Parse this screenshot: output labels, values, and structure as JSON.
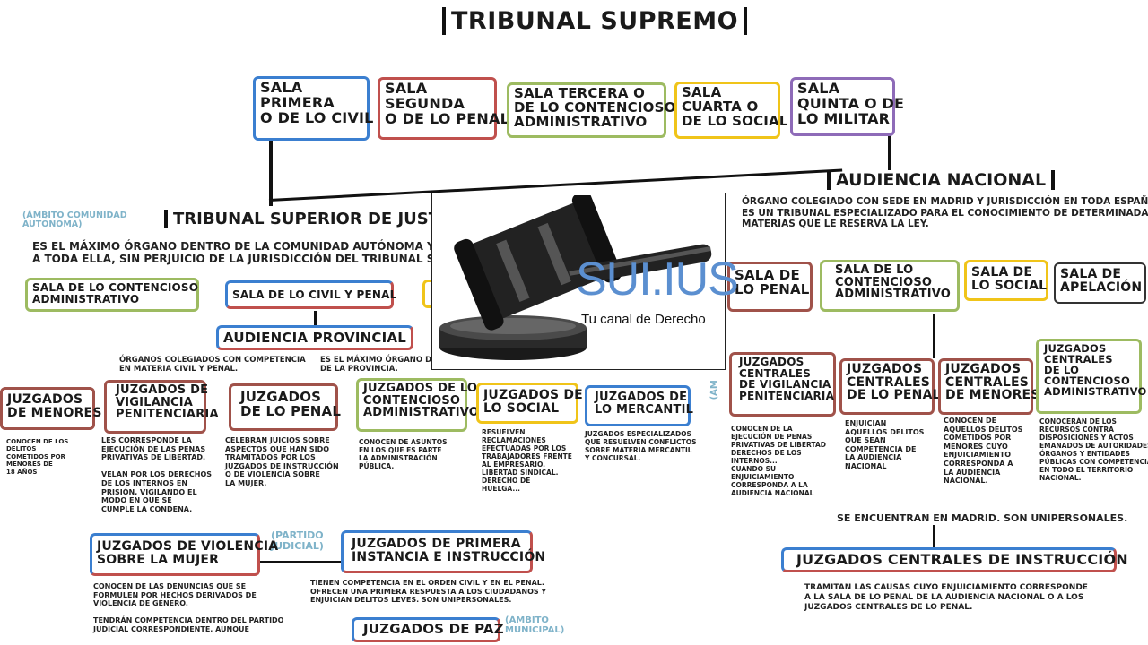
{
  "title": "TRIBUNAL SUPREMO",
  "salas_ts": [
    {
      "label": "SALA\nPRIMERA\nO DE LO CIVIL"
    },
    {
      "label": "SALA\nSEGUNDA\nO DE LO PENAL"
    },
    {
      "label": "SALA TERCERA O\nDE LO CONTENCIOSO\nADMINISTRATIVO"
    },
    {
      "label": "SALA\nCUARTA O\nDE LO SOCIAL"
    },
    {
      "label": "SALA\nQUINTA O DE\nLO MILITAR"
    }
  ],
  "tsj": {
    "note": "(ÁMBITO COMUNIDAD\nAUTÓNOMA)",
    "title": "TRIBUNAL SUPERIOR DE JUSTICIA",
    "desc": "ES EL MÁXIMO ÓRGANO DENTRO DE LA COMUNIDAD AUTÓNOMA Y EXTIENDE SU JURISDICCIÓN\nA TODA ELLA, SIN PERJUICIO DE LA JURISDICCIÓN DEL TRIBUNAL SUPREMO.",
    "sala_contencioso": "SALA DE LO CONTENCIOSO\nADMINISTRATIVO",
    "sala_civil_penal": "SALA DE LO CIVIL Y PENAL"
  },
  "audiencia_provincial": {
    "title": "AUDIENCIA PROVINCIAL",
    "desc_left": "ÓRGANOS COLEGIADOS CON COMPETENCIA\nEN MATERIA CIVIL Y PENAL.",
    "desc_right": "ES EL MÁXIMO ÓRGANO DE\nDE LA PROVINCIA."
  },
  "juzgados": [
    {
      "label": "JUZGADOS\nDE MENORES",
      "desc": "CONOCEN DE LOS\nDELITOS\nCOMETIDOS POR\nMENORES DE\n18 AÑOS"
    },
    {
      "label": "JUZGADOS DE\nVIGILANCIA\nPENITENCIARIA",
      "desc": "LES CORRESPONDE LA\nEJECUCIÓN DE LAS PENAS\nPRIVATIVAS DE LIBERTAD.\n\nVELAN POR LOS DERECHOS\nDE LOS INTERNOS EN\nPRISIÓN, VIGILANDO EL\nMODO EN QUE SE\nCUMPLE LA CONDENA."
    },
    {
      "label": "JUZGADOS\nDE LO PENAL",
      "desc": "CELEBRAN JUICIOS SOBRE\nASPECTOS QUE HAN SIDO\nTRAMITADOS POR LOS\nJUZGADOS DE INSTRUCCIÓN\nO DE VIOLENCIA SOBRE\nLA MUJER."
    },
    {
      "label": "JUZGADOS DE LO\nCONTENCIOSO\nADMINISTRATIVO",
      "desc": "CONOCEN DE ASUNTOS\nEN LOS QUE ES PARTE\nLA ADMINISTRACIÓN\nPÚBLICA."
    },
    {
      "label": "JUZGADOS DE\nLO SOCIAL",
      "desc": "RESUELVEN\nRECLAMACIONES\nEFECTUADAS POR LOS\nTRABAJADORES FRENTE\nAL EMPRESARIO.\nLIBERTAD SINDICAL.\nDERECHO DE\nHUELGA..."
    },
    {
      "label": "JUZGADOS DE\nLO MERCANTIL",
      "desc": "JUZGADOS ESPECIALIZADOS\nQUE RESUELVEN CONFLICTOS\nSOBRE MATERIA MERCANTIL\nY CONCURSAL."
    }
  ],
  "partido_judicial": {
    "note": "(PARTIDO\nJUDICIAL)",
    "violencia": "JUZGADOS DE VIOLENCIA\nSOBRE LA MUJER",
    "violencia_desc": "CONOCEN DE LAS DENUNCIAS QUE SE\nFORMULEN POR HECHOS DERIVADOS DE\nVIOLENCIA DE GÉNERO.\n\nTENDRÁN COMPETENCIA DENTRO DEL PARTIDO\nJUDICIAL CORRESPONDIENTE. AUNQUE",
    "primera_instancia": "JUZGADOS DE PRIMERA\nINSTANCIA E INSTRUCCIÓN",
    "primera_desc": "TIENEN COMPETENCIA EN EL ORDEN CIVIL Y EN EL PENAL.\nOFRECEN UNA PRIMERA RESPUESTA A LOS CIUDADANOS Y\nENJUICIAN DELITOS LEVES. SON UNIPERSONALES.",
    "paz": "JUZGADOS DE PAZ",
    "paz_note": "(ÁMBITO\nMUNICIPAL)"
  },
  "audiencia_nacional": {
    "title": "AUDIENCIA NACIONAL",
    "desc": "ÓRGANO COLEGIADO CON SEDE EN MADRID Y JURISDICCIÓN EN TODA ESPAÑA.\nES UN TRIBUNAL ESPECIALIZADO PARA EL CONOCIMIENTO DE DETERMINADAS\nMATERIAS QUE LE RESERVA LA LEY.",
    "salas": [
      {
        "label": "SALA DE\nLO PENAL"
      },
      {
        "label": "SALA DE LO\nCONTENCIOSO\nADMINISTRATIVO"
      },
      {
        "label": "SALA DE\nLO SOCIAL"
      },
      {
        "label": "SALA DE\nAPELACIÓN"
      }
    ],
    "note_side": "(ÁM",
    "juzgados_centrales": [
      {
        "label": "JUZGADOS\nCENTRALES\nDE VIGILANCIA\nPENITENCIARIA",
        "desc": "CONOCEN DE LA\nEJECUCIÓN DE PENAS\nPRIVATIVAS DE LIBERTAD\nDERECHOS DE LOS\nINTERNOS...\nCUANDO SU\nENJUICIAMIENTO\nCORRESPONDA A LA\nAUDIENCIA NACIONAL"
      },
      {
        "label": "JUZGADOS\nCENTRALES\nDE LO PENAL",
        "desc": "ENJUICIAN\nAQUELLOS DELITOS\nQUE SEAN\nCOMPETENCIA DE\nLA AUDIENCIA\nNACIONAL"
      },
      {
        "label": "JUZGADOS\nCENTRALES\nDE MENORES",
        "desc": "CONOCEN DE\nAQUELLOS DELITOS\nCOMETIDOS POR\nMENORES CUYO\nENJUICIAMIENTO\nCORRESPONDA A\nLA AUDIENCIA\nNACIONAL."
      },
      {
        "label": "JUZGADOS\nCENTRALES\nDE LO\nCONTENCIOSO\nADMINISTRATIVO",
        "desc": "CONOCERÁN DE LOS\nRECURSOS CONTRA\nDISPOSICIONES Y ACTOS\nEMANADOS DE AUTORIDADES,\nÓRGANOS Y ENTIDADES\nPÚBLICAS CON COMPETENCIA\nEN TODO EL TERRITORIO\nNACIONAL."
      }
    ],
    "madrid_note": "SE ENCUENTRAN EN MADRID. SON UNIPERSONALES.",
    "instruccion": "JUZGADOS CENTRALES DE INSTRUCCIÓN",
    "instruccion_desc": "TRAMITAN LAS CAUSAS CUYO ENJUICIAMIENTO CORRESPONDE\nA LA SALA DE LO PENAL DE LA AUDIENCIA NACIONAL O A LOS\nJUZGADOS CENTRALES DE LO PENAL."
  },
  "logo": {
    "brand": "SUI.IUS",
    "tagline": "Tu canal de Derecho",
    "brand_color": "#5b8fd0"
  }
}
